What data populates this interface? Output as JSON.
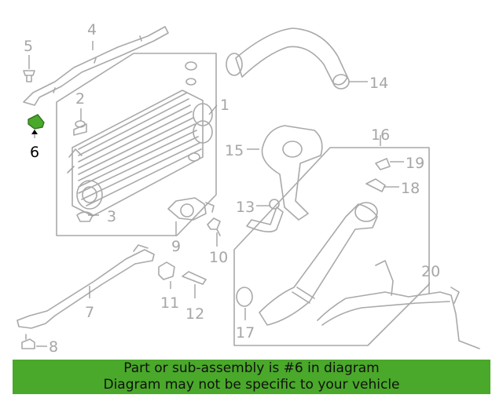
{
  "diagram": {
    "labels": [
      "1",
      "2",
      "3",
      "4",
      "5",
      "6",
      "7",
      "8",
      "9",
      "10",
      "11",
      "12",
      "13",
      "14",
      "15",
      "16",
      "17",
      "18",
      "19",
      "20"
    ],
    "highlighted": "6",
    "colors": {
      "outline": "#a9a9a9",
      "label": "#a6a6a6",
      "highlight_fill": "#4aa82a",
      "highlight_text": "#000000"
    }
  },
  "banner": {
    "line1": "Part or sub-assembly is #6 in diagram",
    "line2": "Diagram may not be specific to your vehicle",
    "color": "#4aa82a"
  }
}
